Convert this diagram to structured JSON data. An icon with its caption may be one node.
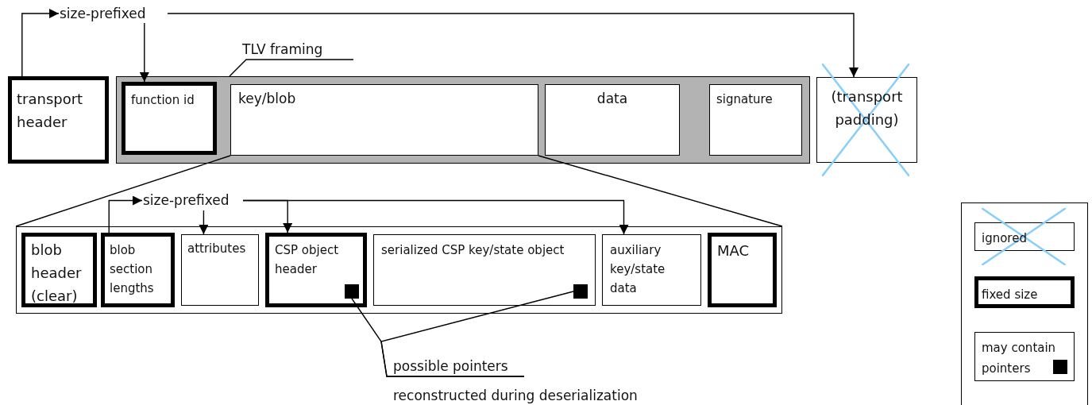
{
  "diagram": {
    "nodes": [
      {
        "text": [
          "size-prefixed"
        ]
      },
      {
        "text": [
          "transport header"
        ]
      },
      {
        "text": [
          "TLV framing"
        ]
      },
      {
        "text": [],
        "shape": "bar"
      },
      {
        "text": [
          "function id"
        ],
        "in": 3
      },
      {
        "text": [
          "key/blob"
        ],
        "in": 3
      },
      {
        "text": [
          "data"
        ],
        "in": 3
      },
      {
        "text": [
          "signature"
        ],
        "in": 3
      },
      {
        "text": [
          "(transport padding)"
        ]
      },
      {
        "text": [],
        "shape": "box"
      },
      {
        "text": [
          "size-prefixed"
        ]
      },
      {
        "text": [
          "blob header (clear)"
        ],
        "in": 9
      },
      {
        "text": [
          "blob section lengths"
        ],
        "in": 9
      },
      {
        "text": [
          "attributes"
        ],
        "in": 9
      },
      {
        "text": [
          "CSP object header"
        ],
        "in": 9
      },
      {
        "text": [],
        "shape": "box",
        "in": 14
      },
      {
        "text": [
          "serialized CSP key/state object"
        ],
        "in": 9
      },
      {
        "text": [],
        "shape": "box",
        "in": 16
      },
      {
        "text": [
          "auxiliary key/state data"
        ],
        "in": 9
      },
      {
        "text": [
          "MAC"
        ],
        "in": 9
      },
      {
        "text": [
          "possible pointers",
          "reconstructed during deserialization"
        ]
      }
    ],
    "edges": [
      {
        "from": 1,
        "to": 0,
        "arrow": "to"
      },
      {
        "from": 0,
        "to": 4,
        "arrow": "to"
      },
      {
        "from": 0,
        "to": 8,
        "arrow": "to"
      },
      {
        "from": 2,
        "to": 3,
        "arrow": "none"
      },
      {
        "from": 5,
        "to": 9,
        "arrow": "none"
      },
      {
        "from": 5,
        "to": 9,
        "arrow": "none"
      },
      {
        "from": 12,
        "to": 10,
        "arrow": "to"
      },
      {
        "from": 10,
        "to": 13,
        "arrow": "to"
      },
      {
        "from": 10,
        "to": 14,
        "arrow": "to"
      },
      {
        "from": 10,
        "to": 18,
        "arrow": "to"
      },
      {
        "from": 20,
        "to": 15,
        "arrow": "none"
      },
      {
        "from": 20,
        "to": 17,
        "arrow": "none"
      }
    ],
    "legend": [
      {
        "text": "ignored"
      },
      {
        "text": "fixed size"
      },
      {
        "text": "may contain pointers"
      }
    ]
  }
}
